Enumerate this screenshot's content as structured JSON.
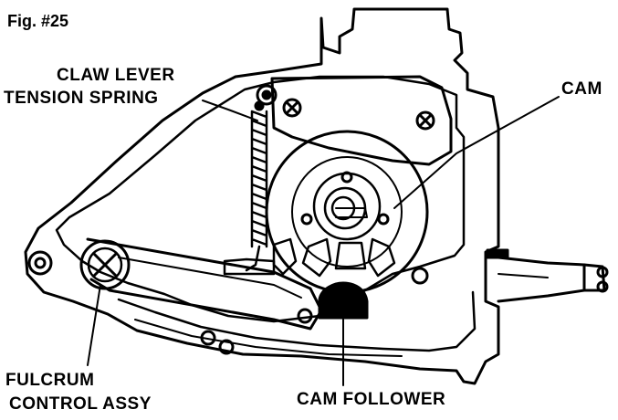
{
  "figure": {
    "number": "Fig. #25"
  },
  "labels": {
    "claw_lever_line1": "CLAW LEVER",
    "claw_lever_line2": "TENSION SPRING",
    "cam": "CAM",
    "fulcrum": "FULCRUM",
    "control_assy": "CONTROL ASSY",
    "cam_follower": "CAM FOLLOWER"
  }
}
